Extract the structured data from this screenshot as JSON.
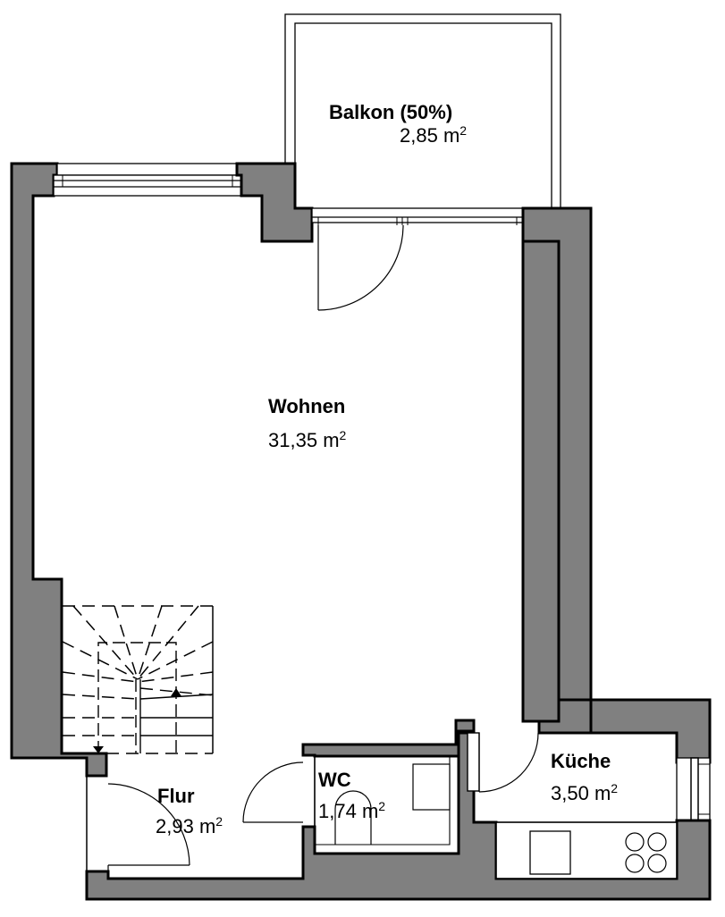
{
  "floorplan": {
    "rooms": [
      {
        "id": "balkon",
        "name": "Balkon (50%)",
        "area_value": "2,85",
        "area_unit": "m",
        "area_exp": "2"
      },
      {
        "id": "wohnen",
        "name": "Wohnen",
        "area_value": "31,35",
        "area_unit": "m",
        "area_exp": "2"
      },
      {
        "id": "flur",
        "name": "Flur",
        "area_value": "2,93",
        "area_unit": "m",
        "area_exp": "2"
      },
      {
        "id": "wc",
        "name": "WC",
        "area_value": "1,74",
        "area_unit": "m",
        "area_exp": "2"
      },
      {
        "id": "kueche",
        "name": "Küche",
        "area_value": "3,50",
        "area_unit": "m",
        "area_exp": "2"
      }
    ],
    "colors": {
      "wall_fill": "#808080",
      "line": "#000000",
      "background": "#ffffff"
    },
    "fixtures": [
      "staircase",
      "toilet",
      "washbasin",
      "kitchen-counter",
      "sink",
      "stove-4-burner"
    ]
  }
}
